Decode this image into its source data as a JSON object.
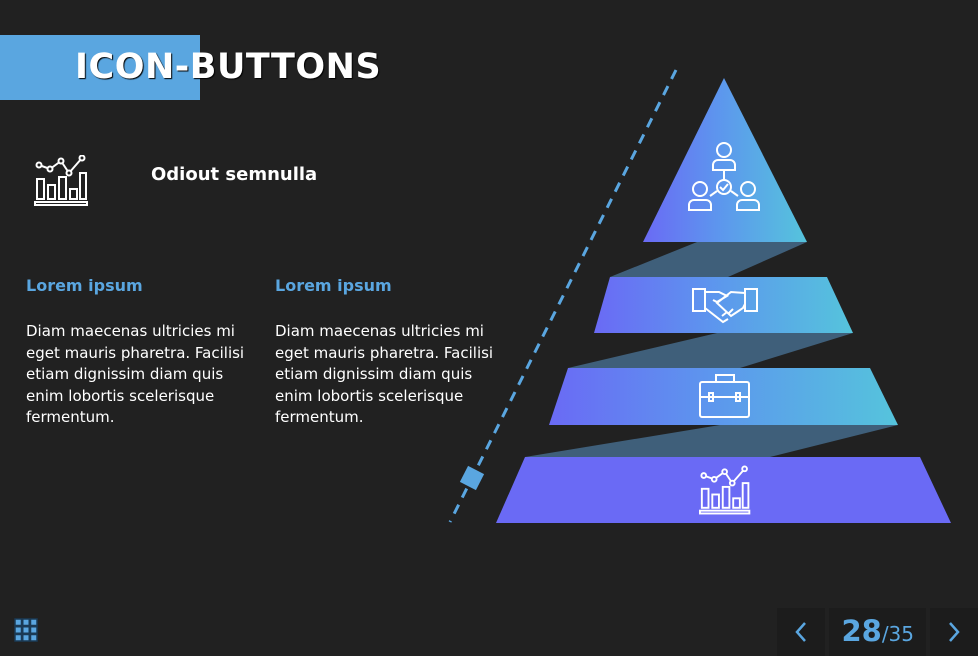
{
  "header": {
    "title": "ICON-BUTTONS"
  },
  "feature": {
    "icon": "analytics-chart-icon",
    "title": "Odiout semnulla"
  },
  "columns": [
    {
      "heading": "Lorem ipsum",
      "body": "Diam maecenas ultricies mi eget mauris pharetra. Facilisi etiam dignissim diam quis enim lobortis scelerisque fermentum."
    },
    {
      "heading": "Lorem ipsum",
      "body": "Diam maecenas ultricies mi eget mauris pharetra. Facilisi etiam dignissim diam quis enim lobortis scelerisque fermentum."
    }
  ],
  "pyramid": {
    "levels": [
      {
        "icon": "team-network-icon"
      },
      {
        "icon": "handshake-icon"
      },
      {
        "icon": "briefcase-icon"
      },
      {
        "icon": "analytics-chart-icon"
      }
    ]
  },
  "nav": {
    "current": "28",
    "total": "/35",
    "prev_icon": "chevron-left-icon",
    "next_icon": "chevron-right-icon",
    "grid_icon": "grid-menu-icon"
  },
  "colors": {
    "accent": "#5aa6e0",
    "background": "#212121",
    "gradient_start": "#6a6af5",
    "gradient_end": "#55c4dc",
    "connector": "#3f5f7a"
  }
}
